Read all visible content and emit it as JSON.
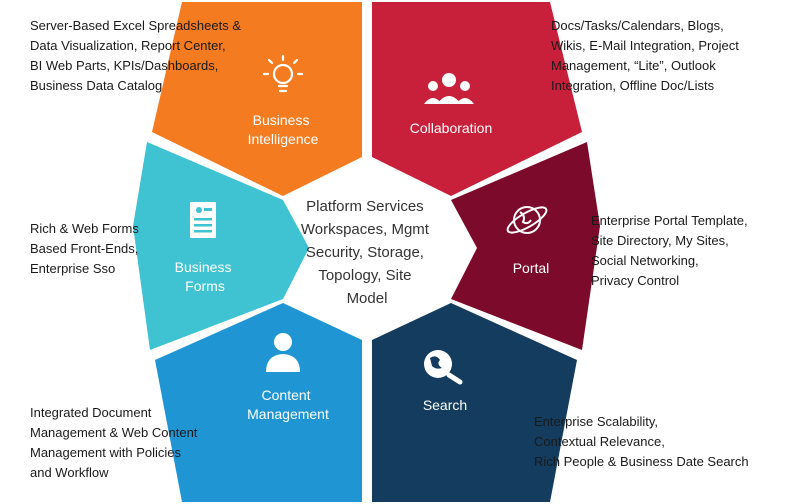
{
  "center": {
    "lines": [
      "Platform Services",
      "Workspaces, Mgmt",
      "Security, Storage,",
      "Topology, Site",
      "Model"
    ]
  },
  "segments": [
    {
      "id": "business-intelligence",
      "label_lines": [
        "Business",
        "Intelligence"
      ],
      "color": "#f47b20",
      "icon": "lightbulb-icon",
      "description": [
        "Server-Based Excel Spreadsheets &",
        "Data Visualization, Report Center,",
        "BI Web Parts, KPIs/Dashboards,",
        "Business Data Catalog"
      ]
    },
    {
      "id": "collaboration",
      "label_lines": [
        "Collaboration"
      ],
      "color": "#c8203a",
      "icon": "people-group-icon",
      "description": [
        "Docs/Tasks/Calendars, Blogs,",
        "Wikis, E-Mail Integration, Project",
        "Management, “Lite”, Outlook",
        "Integration, Offline Doc/Lists"
      ]
    },
    {
      "id": "portal",
      "label_lines": [
        "Portal"
      ],
      "color": "#7c0a2a",
      "icon": "globe-orbit-icon",
      "description": [
        "Enterprise Portal Template,",
        "Site Directory, My Sites,",
        "Social Networking,",
        "Privacy Control"
      ]
    },
    {
      "id": "search",
      "label_lines": [
        "Search"
      ],
      "color": "#143c5e",
      "icon": "magnifier-globe-icon",
      "description": [
        "Enterprise Scalability,",
        "Contextual Relevance,",
        "Rich People & Business Date Search"
      ]
    },
    {
      "id": "content-management",
      "label_lines": [
        "Content",
        "Management"
      ],
      "color": "#1f96d3",
      "icon": "person-icon",
      "description": [
        "Integrated Document",
        "Management & Web Content",
        "Management with Policies",
        "and Workflow"
      ]
    },
    {
      "id": "business-forms",
      "label_lines": [
        "Business",
        "Forms"
      ],
      "color": "#3fc2d2",
      "icon": "form-document-icon",
      "description": [
        "Rich & Web Forms",
        "Based Front-Ends,",
        "Enterprise Sso"
      ]
    }
  ]
}
